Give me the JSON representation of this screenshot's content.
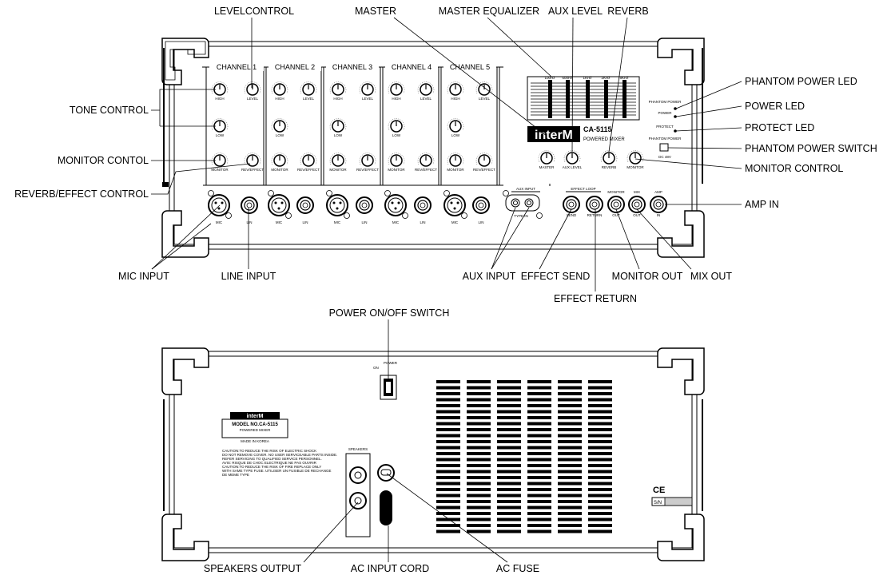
{
  "labels": {
    "level_control": "LEVELCONTROL",
    "master": "MASTER",
    "master_equalizer": "MASTER EQUALIZER",
    "aux_level": "AUX LEVEL",
    "reverb": "REVERB",
    "phantom_power_led": "PHANTOM POWER LED",
    "power_led": "POWER LED",
    "protect_led": "PROTECT LED",
    "phantom_power_switch": "PHANTOM POWER SWITCH",
    "monitor_control": "MONITOR CONTROL",
    "amp_in": "AMP IN",
    "tone_control": "TONE CONTROL",
    "monitor_contol": "MONITOR CONTOL",
    "reverb_effect_control": "REVERB/EFFECT CONTROL",
    "mic_input": "MIC INPUT",
    "line_input": "LINE INPUT",
    "aux_input": "AUX INPUT",
    "effect_send": "EFFECT SEND",
    "monitor_out": "MONITOR OUT",
    "mix_out": "MIX OUT",
    "effect_return": "EFFECT RETURN",
    "power_switch": "POWER ON/OFF SWITCH",
    "speakers_output": "SPEAKERS OUTPUT",
    "ac_input_cord": "AC INPUT CORD",
    "ac_fuse": "AC FUSE"
  },
  "front": {
    "channels": [
      "CHANNEL 1",
      "CHANNEL 2",
      "CHANNEL 3",
      "CHANNEL 4",
      "CHANNEL 5"
    ],
    "knob_high": "HIGH",
    "knob_level": "LEVEL",
    "knob_low": "LOW",
    "knob_monitor": "MONITOR",
    "knob_reveffect": "REV/EFFECT",
    "jack_mic": "MIC",
    "jack_lin": "LIN",
    "eq_bands": [
      "100Hz",
      "600Hz",
      "1KHz",
      "2KHz",
      "8KHz"
    ],
    "brand": "interM",
    "model": "CA-5115",
    "model_sub": "POWERED MIXER",
    "master_knobs": [
      "MASTER",
      "AUX LEVEL",
      "REVERB",
      "MONITOR"
    ],
    "status_phantom": "PHANTOM POWER",
    "status_power": "POWER",
    "status_protect": "PROTECT",
    "status_phantom_switch": "PHANTOM POWER",
    "dc_48v": "DC 48V",
    "aux_input_box": "AUX INPUT",
    "type_in": "TYPE IN",
    "effect_loop": "EFFECT LOOP",
    "send": "SEND",
    "return": "RETURN",
    "monitor": "MONITOR",
    "mix": "MIX",
    "amp": "AMP",
    "out": "OUT",
    "in": "IN"
  },
  "rear": {
    "on": "ON",
    "power": "POWER",
    "speakers": "SPEAKERS",
    "plate_brand": "interM",
    "plate_model": "MODEL   NO.CA-5115",
    "plate_type": "POWERED   MIXER",
    "plate_made": "MADE IN KOREA",
    "caution1": "CAUTION:TO REDUCE THE RISK OF ELECTRIC SHOCK",
    "caution2": "DO NOT REMOVE COVER. NO USER SERVICEABLE PARTS INSIDE.",
    "caution3": "REFER SERVICING TO QUALIFIED SERVICE PERSONNEL.",
    "avis": "AVIS: RISQUE DE CHOC ELECTRIQUE NE PAS OUVRIR",
    "caution4": "CAUTION:TO REDUCE THE RISK OF FIRE REPLACE ONLY",
    "caution5": "WITH SAME TYPE FUSE. UTILISER UN FUSIBLE DE RECHANGE",
    "caution6": "DE MEME TYPE",
    "ce": "CE",
    "sn": "S/N"
  }
}
